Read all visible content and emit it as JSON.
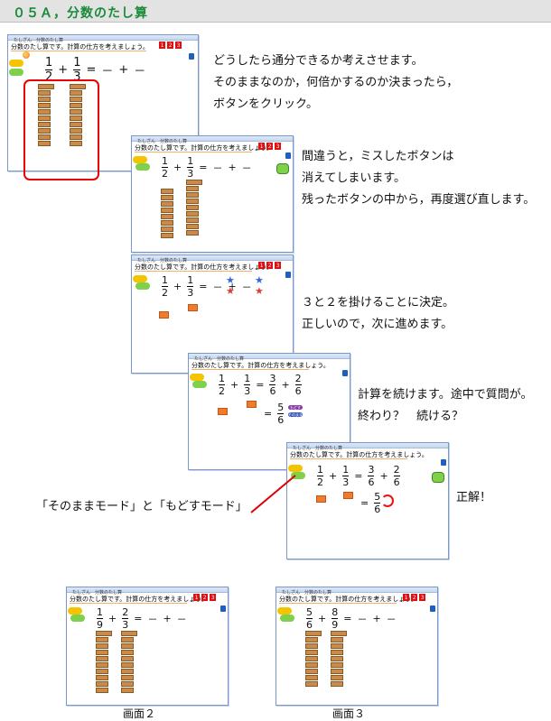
{
  "header": {
    "title": "０５Ａ，分数のたし算"
  },
  "window_common": {
    "titlebar_text": "たしざん　分数のたし算",
    "question": "分数のたし算です。計算の仕方を考えましょう。",
    "numbers": [
      "1",
      "2",
      "3"
    ]
  },
  "captions": {
    "c1": [
      "どうしたら通分できるか考えさせます。",
      "そのままなのか，何倍かするのか決まったら，",
      "ボタンをクリック。"
    ],
    "c2": [
      "間違うと，ミスしたボタンは",
      "消えてしまいます。",
      "残ったボタンの中から，再度選び直します。"
    ],
    "c3": [
      "３と２を掛けることに決定。",
      "正しいので，次に進めます。"
    ],
    "c4": [
      "計算を続けます。途中で質問が。",
      "終わり？　続ける？"
    ],
    "c5": "正解！",
    "c6": "「そのままモード」と「もどすモード」"
  },
  "screens": {
    "s1": {
      "a_num": "1",
      "a_den": "2",
      "b_num": "1",
      "b_den": "3",
      "eq": "=",
      "blank1": "－",
      "plus": "+",
      "blank2": "－"
    },
    "s2": {
      "a_num": "1",
      "a_den": "2",
      "b_num": "1",
      "b_den": "3"
    },
    "s3": {
      "a_num": "1",
      "a_den": "2",
      "b_num": "1",
      "b_den": "3"
    },
    "s4": {
      "a_num": "1",
      "a_den": "2",
      "b_num": "1",
      "b_den": "3",
      "r1_num": "3",
      "r1_den": "6",
      "r2_num": "2",
      "r2_den": "6",
      "ans_num": "5",
      "ans_den": "6",
      "pill1": "もどす",
      "pill2": "そのまま"
    },
    "s5": {
      "a_num": "1",
      "a_den": "2",
      "b_num": "1",
      "b_den": "3",
      "r1_num": "3",
      "r1_den": "6",
      "r2_num": "2",
      "r2_den": "6",
      "ans_num": "5",
      "ans_den": "6"
    },
    "s6": {
      "a_num": "1",
      "a_den": "9",
      "b_num": "2",
      "b_den": "3"
    },
    "s7": {
      "a_num": "5",
      "a_den": "6",
      "b_num": "8",
      "b_den": "9"
    }
  },
  "screen_labels": {
    "l2": "画面２",
    "l3": "画面３"
  },
  "colors": {
    "accent_green": "#1a8a3a",
    "highlight_red": "#e00000",
    "button_brown": "#c98a4c"
  }
}
